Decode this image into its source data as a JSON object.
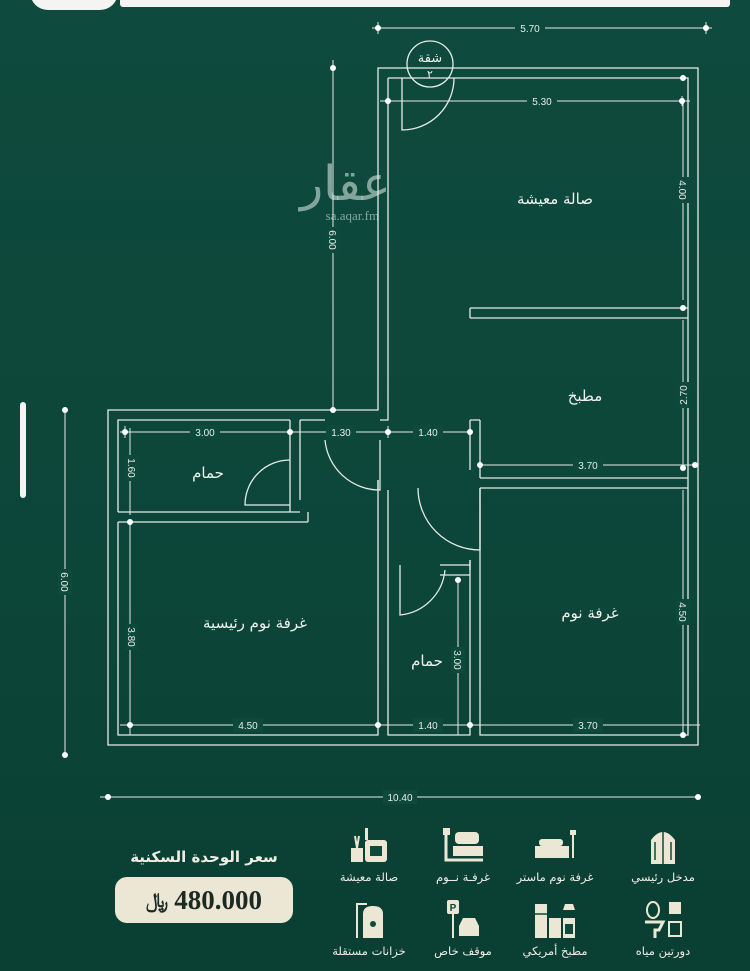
{
  "watermark": {
    "logo": "عقار",
    "url": "sa.aqar.fm"
  },
  "plan": {
    "unit_label": "شقة",
    "unit_number": "٢",
    "rooms": {
      "living": "صالة معيشة",
      "kitchen": "مطبخ",
      "bath_left": "حمام",
      "master_bedroom": "غرفة نوم رئيسية",
      "bedroom": "غرفة نوم",
      "bath_center": "حمام"
    },
    "dimensions": {
      "top_total": "5.70",
      "living_width": "5.30",
      "living_height": "4.00",
      "left_height": "6.00",
      "kitchen_height": "2.70",
      "bath_width": "3.00",
      "corridor_1": "1.30",
      "corridor_2": "1.40",
      "bath_height": "1.60",
      "kitchen_width": "3.70",
      "wing_height": "6.00",
      "master_height": "3.80",
      "bedroom_height": "4.50",
      "center_bath_height": "3.00",
      "master_width": "4.50",
      "center_bath_width": "1.40",
      "bedroom_width": "3.70",
      "total_width": "10.40"
    }
  },
  "price": {
    "title": "سعر الوحدة السكنية",
    "value": "480.000",
    "currency": "﷼"
  },
  "features": [
    {
      "label": "مدخل رئيسي",
      "icon": "door-icon"
    },
    {
      "label": "غرفة نوم ماستر",
      "icon": "master-bed-icon"
    },
    {
      "label": "غرفـة نــوم",
      "icon": "bed-icon"
    },
    {
      "label": "صالة معيشة",
      "icon": "sofa-icon"
    },
    {
      "label": "دورتين مياه",
      "icon": "bathroom-icon"
    },
    {
      "label": "مطبخ أمريكي",
      "icon": "kitchen-icon"
    },
    {
      "label": "موقف خاص",
      "icon": "parking-icon"
    },
    {
      "label": "خزانات مستقلة",
      "icon": "water-tank-icon"
    }
  ],
  "colors": {
    "background": "#0d4a3c",
    "lines": "#e6ebe6",
    "price_card": "#ece6d5"
  }
}
